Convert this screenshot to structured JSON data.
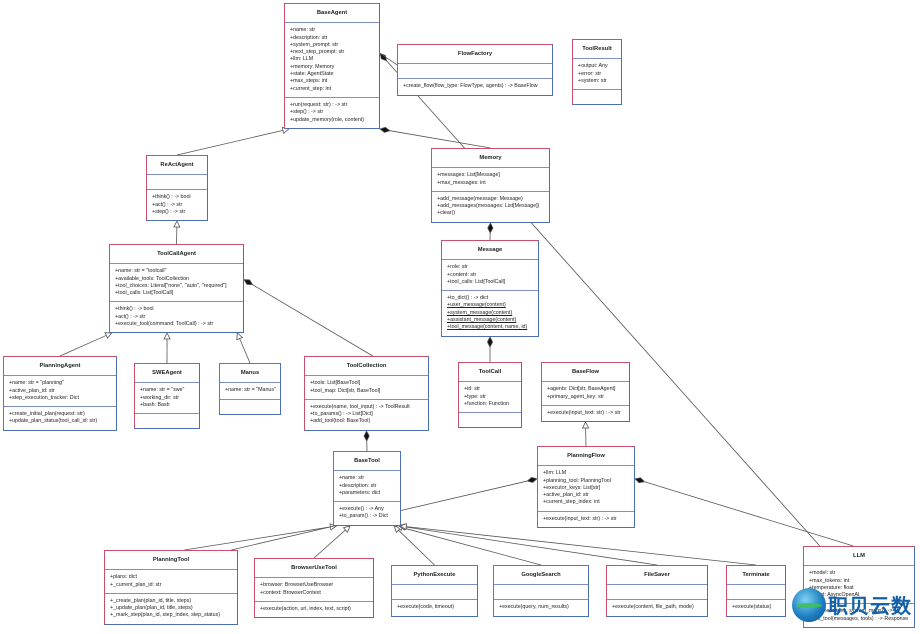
{
  "classes": [
    {
      "id": "BaseAgent",
      "title": "BaseAgent",
      "attrs": [
        "+name: str",
        "+description: str",
        "+system_prompt: str",
        "+next_step_prompt: str",
        "+llm: LLM",
        "+memory: Memory",
        "+state: AgentState",
        "+max_steps: int",
        "+current_step: int"
      ],
      "methods": [
        "+run(request: str) : -> str",
        "+step() : -> str",
        "+update_memory(role, content)"
      ]
    },
    {
      "id": "FlowFactory",
      "title": "FlowFactory",
      "attrs": [],
      "methods": [
        "+create_flow(flow_type: FlowType, agents) : -> BaseFlow"
      ]
    },
    {
      "id": "ToolResult",
      "title": "ToolResult",
      "attrs": [
        "+output: Any",
        "+error: str",
        "+system: str"
      ],
      "methods": []
    },
    {
      "id": "ReActAgent",
      "title": "ReActAgent",
      "attrs": [],
      "methods": [
        "+think() : -> bool",
        "+act() : -> str",
        "+step() : -> str"
      ]
    },
    {
      "id": "Memory",
      "title": "Memory",
      "attrs": [
        "+messages: List[Message]",
        "+max_messages: int"
      ],
      "methods": [
        "+add_message(message: Message)",
        "+add_messages(messages: List[Message])",
        "+clear()"
      ]
    },
    {
      "id": "ToolCallAgent",
      "title": "ToolCallAgent",
      "attrs": [
        "+name: str = \"toolcall\"",
        "+available_tools: ToolCollection",
        "+tool_choices: Literal[\"none\", \"auto\", \"required\"]",
        "+tool_calls: List[ToolCall]"
      ],
      "methods": [
        "+think() : -> bool",
        "+act() : -> str",
        "+execute_tool(command: ToolCall) : -> str"
      ]
    },
    {
      "id": "Message",
      "title": "Message",
      "attrs": [
        "+role: str",
        "+content: str",
        "+tool_calls: List[ToolCall]"
      ],
      "methods": [
        "+to_dict() : -> dict",
        "+user_message(content)",
        "+system_message(content)",
        "+assistant_message(content)",
        "+tool_message(content, name, id)"
      ],
      "underline_methods": [
        1,
        2,
        3,
        4
      ]
    },
    {
      "id": "PlanningAgent",
      "title": "PlanningAgent",
      "attrs": [
        "+name: str = \"planning\"",
        "+active_plan_id: str",
        "+step_execution_tracker: Dict"
      ],
      "methods": [
        "+create_initial_plan(request: str)",
        "+update_plan_status(tool_call_id: str)"
      ]
    },
    {
      "id": "SWEAgent",
      "title": "SWEAgent",
      "attrs": [
        "+name: str = \"swe\"",
        "+working_dir: str",
        "+bash: Bash"
      ],
      "methods": []
    },
    {
      "id": "Manus",
      "title": "Manus",
      "attrs": [
        "+name: str = \"Manus\""
      ],
      "methods": []
    },
    {
      "id": "ToolCollection",
      "title": "ToolCollection",
      "attrs": [
        "+tools: List[BaseTool]",
        "+tool_map: Dict[str, BaseTool]"
      ],
      "methods": [
        "+execute(name, tool_input) : -> ToolResult",
        "+to_params() : -> List[Dict]",
        "+add_tool(tool: BaseTool)"
      ]
    },
    {
      "id": "ToolCall",
      "title": "ToolCall",
      "attrs": [
        "+id: str",
        "+type: str",
        "+function: Function"
      ],
      "methods": []
    },
    {
      "id": "BaseFlow",
      "title": "BaseFlow",
      "attrs": [
        "+agents: Dict[str, BaseAgent]",
        "+primary_agent_key: str"
      ],
      "methods": [
        "+execute(input_text: str) : -> str"
      ]
    },
    {
      "id": "BaseTool",
      "title": "BaseTool",
      "attrs": [
        "+name: str",
        "+description: str",
        "+parameters: dict"
      ],
      "methods": [
        "+execute() : -> Any",
        "+to_param() : -> Dict"
      ]
    },
    {
      "id": "PlanningFlow",
      "title": "PlanningFlow",
      "attrs": [
        "+llm: LLM",
        "+planning_tool: PlanningTool",
        "+executor_keys: List[str]",
        "+active_plan_id: str",
        "+current_step_index: int"
      ],
      "methods": [
        "+execute(input_text: str) : -> str"
      ]
    },
    {
      "id": "PlanningTool",
      "title": "PlanningTool",
      "attrs": [
        "+plans: dict",
        "+_current_plan_id: str"
      ],
      "methods": [
        "+_create_plan(plan_id, title, steps)",
        "+_update_plan(plan_id, title, steps)",
        "+_mark_step(plan_id, step_index, step_status)"
      ]
    },
    {
      "id": "BrowserUseTool",
      "title": "BrowserUseTool",
      "attrs": [
        "+browser: BrowserUseBrowser",
        "+context: BrowserContext"
      ],
      "methods": [
        "+execute(action, url, index, text, script)"
      ]
    },
    {
      "id": "PythonExecute",
      "title": "PythonExecute",
      "attrs": [],
      "methods": [
        "+execute(code, timeout)"
      ]
    },
    {
      "id": "GoogleSearch",
      "title": "GoogleSearch",
      "attrs": [],
      "methods": [
        "+execute(query, num_results)"
      ]
    },
    {
      "id": "FileSaver",
      "title": "FileSaver",
      "attrs": [],
      "methods": [
        "+execute(content, file_path, mode)"
      ]
    },
    {
      "id": "Terminate",
      "title": "Terminate",
      "attrs": [],
      "methods": [
        "+execute(status)"
      ]
    },
    {
      "id": "LLM",
      "title": "LLM",
      "attrs": [
        "+model: str",
        "+max_tokens: int",
        "+temperature: float",
        "+client: AsyncOpenAI"
      ],
      "methods": [
        "+ask(messages, system_msgs) : -> str",
        "+ask_tool(messages, tools) : -> Response"
      ]
    }
  ],
  "relations": [
    {
      "type": "inheritance",
      "from": "ReActAgent",
      "to": "BaseAgent"
    },
    {
      "type": "inheritance",
      "from": "ToolCallAgent",
      "to": "ReActAgent"
    },
    {
      "type": "inheritance",
      "from": "PlanningAgent",
      "to": "ToolCallAgent"
    },
    {
      "type": "inheritance",
      "from": "SWEAgent",
      "to": "ToolCallAgent"
    },
    {
      "type": "inheritance",
      "from": "Manus",
      "to": "ToolCallAgent"
    },
    {
      "type": "inheritance",
      "from": "PlanningFlow",
      "to": "BaseFlow"
    },
    {
      "type": "inheritance",
      "from": "PlanningTool",
      "to": "BaseTool"
    },
    {
      "type": "inheritance",
      "from": "BrowserUseTool",
      "to": "BaseTool"
    },
    {
      "type": "inheritance",
      "from": "PythonExecute",
      "to": "BaseTool"
    },
    {
      "type": "inheritance",
      "from": "GoogleSearch",
      "to": "BaseTool"
    },
    {
      "type": "inheritance",
      "from": "FileSaver",
      "to": "BaseTool"
    },
    {
      "type": "inheritance",
      "from": "Terminate",
      "to": "BaseTool"
    },
    {
      "type": "composition",
      "from": "BaseAgent",
      "to": "Memory"
    },
    {
      "type": "composition",
      "from": "BaseAgent",
      "to": "LLM"
    },
    {
      "type": "composition",
      "from": "Memory",
      "to": "Message"
    },
    {
      "type": "composition",
      "from": "Message",
      "to": "ToolCall"
    },
    {
      "type": "composition",
      "from": "ToolCallAgent",
      "to": "ToolCollection"
    },
    {
      "type": "composition",
      "from": "ToolCollection",
      "to": "BaseTool"
    },
    {
      "type": "composition",
      "from": "PlanningFlow",
      "to": "PlanningTool"
    },
    {
      "type": "composition",
      "from": "PlanningFlow",
      "to": "LLM"
    },
    {
      "type": "association",
      "from": "FlowFactory",
      "to": "BaseAgent"
    }
  ],
  "colors": {
    "border_left": "#c94f6d",
    "border_right": "#4a6fb5",
    "divider": "#7d8fc8",
    "edge": "#555555"
  },
  "watermark": {
    "text": "职贝云数",
    "icon": "globe-logo-icon"
  }
}
